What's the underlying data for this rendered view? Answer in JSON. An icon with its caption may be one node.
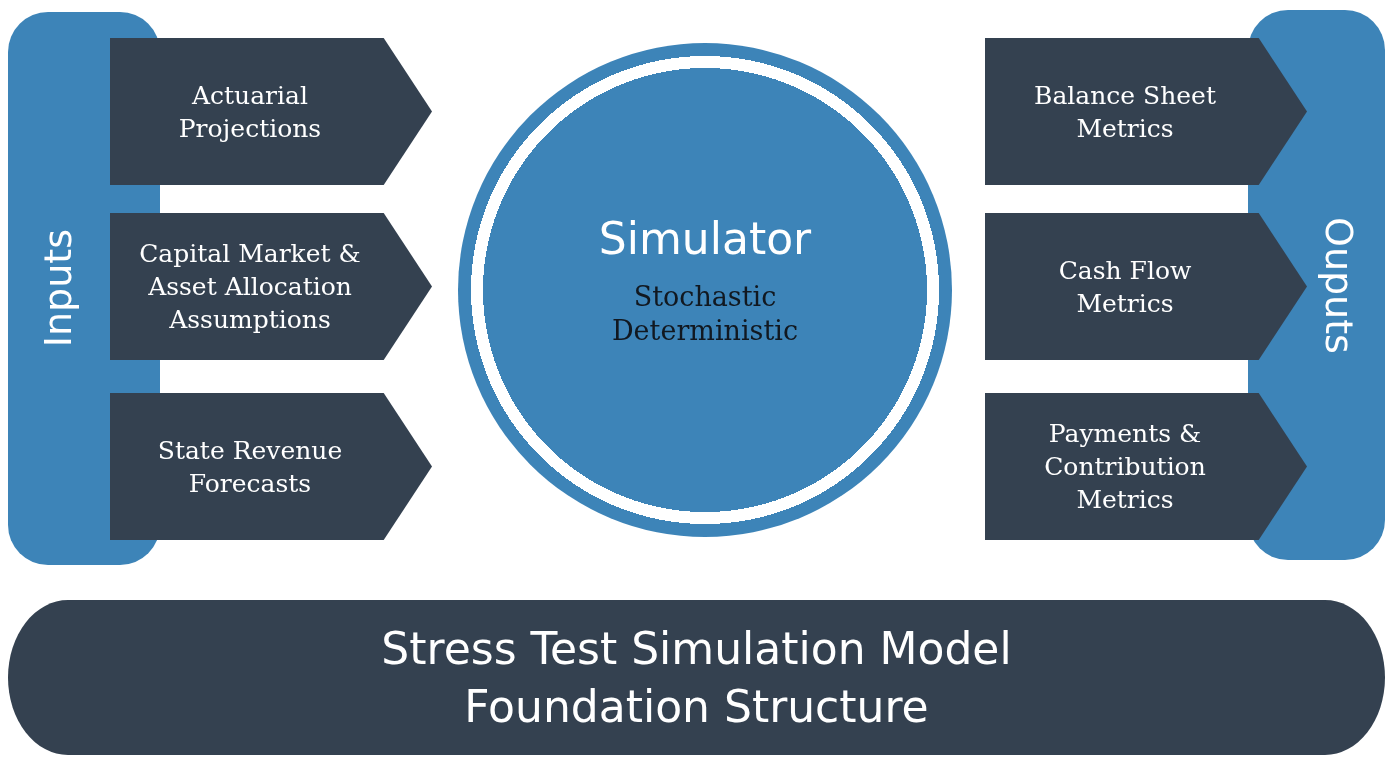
{
  "diagram": {
    "nodes": [
      {
        "text": [
          "Inputs"
        ]
      },
      {
        "text": [
          "Actuarial Projections"
        ]
      },
      {
        "text": [
          "Capital Market & Asset Allocation Assumptions"
        ]
      },
      {
        "text": [
          "State Revenue Forecasts"
        ]
      },
      {
        "text": [
          "Simulator",
          "Stochastic Deterministic"
        ]
      },
      {
        "text": [
          "Balance Sheet Metrics"
        ]
      },
      {
        "text": [
          "Cash Flow Metrics"
        ]
      },
      {
        "text": [
          "Payments & Contribution Metrics"
        ]
      },
      {
        "text": [
          "Ouputs"
        ]
      },
      {
        "text": [
          "Stress Test Simulation Model Foundation Structure"
        ]
      }
    ],
    "edges": []
  }
}
